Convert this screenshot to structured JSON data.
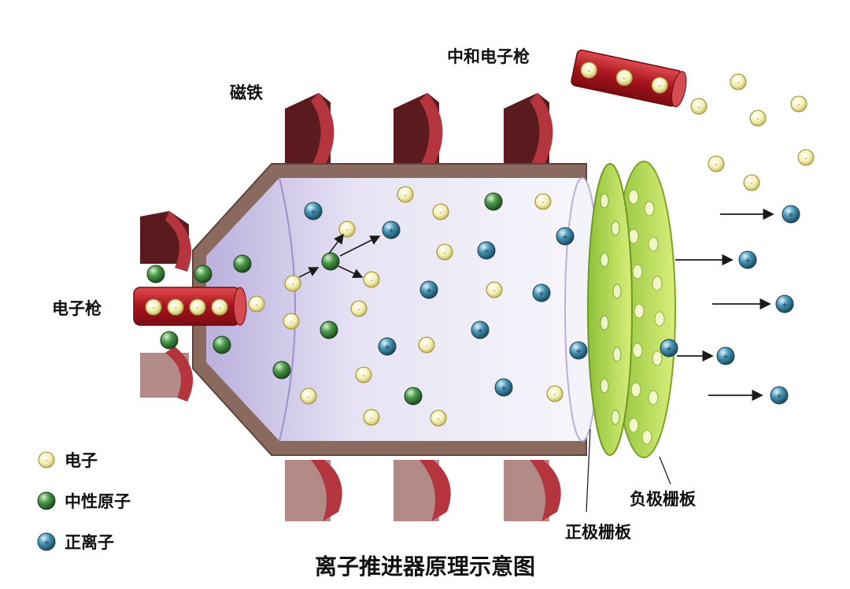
{
  "labels": {
    "neutralizer_gun": "中和电子枪",
    "magnet": "磁铁",
    "electron_gun": "电子枪",
    "negative_grid": "负极栅板",
    "positive_grid": "正极栅板"
  },
  "legend": [
    {
      "kind": "electron",
      "label": "电子"
    },
    {
      "kind": "neutral",
      "label": "中性原子"
    },
    {
      "kind": "ion",
      "label": "正离子"
    }
  ],
  "title": "离子推进器原理示意图",
  "colors": {
    "electron": "#f4efb4",
    "neutral": "#3f8a3f",
    "ion": "#3f8eb0",
    "magnet": "#8e2a30",
    "chamber": "#c7bfe0",
    "chamber_wall": "#8a6a5e",
    "gun": "#c0242c",
    "grid": "#b8d84a"
  }
}
